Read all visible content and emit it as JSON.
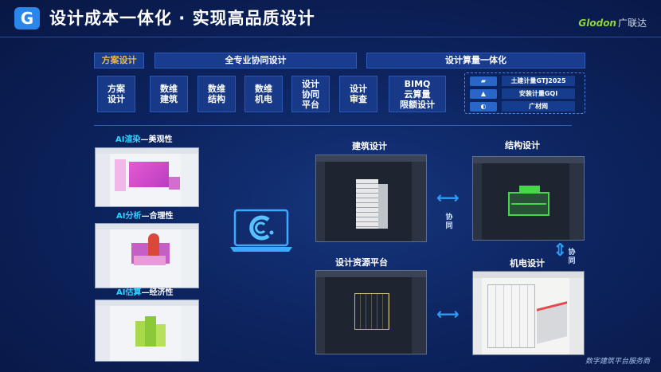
{
  "header": {
    "logo_letter": "G",
    "title": "设计成本一体化 · 实现高品质设计",
    "brand_latin": "Glodon",
    "brand_cn": "广联达"
  },
  "top_bars": [
    "方案设计",
    "全专业协同设计",
    "设计算量一体化"
  ],
  "stages": [
    "方案\n设计",
    "数维\n建筑",
    "数维\n结构",
    "数维\n机电",
    "设计\n协同\n平台",
    "设计\n审查",
    "BIMQ\n云算量\n限额设计"
  ],
  "software": [
    "土建计量GTJ2025",
    "安装计量GQI",
    "广材网"
  ],
  "ai": [
    {
      "prefix": "AI渲染",
      "suffix": "—美观性"
    },
    {
      "prefix": "AI分析",
      "suffix": "—合理性"
    },
    {
      "prefix": "AI估算",
      "suffix": "—经济性"
    }
  ],
  "modules": {
    "arch": "建筑设计",
    "struct": "结构设计",
    "resource": "设计资源平台",
    "mep": "机电设计"
  },
  "sync_label": "协\n同",
  "footer": "数字建筑平台服务商",
  "colors": {
    "accent": "#2c9cf5",
    "highlight": "#f6b73c",
    "brand": "#8fd63a"
  }
}
